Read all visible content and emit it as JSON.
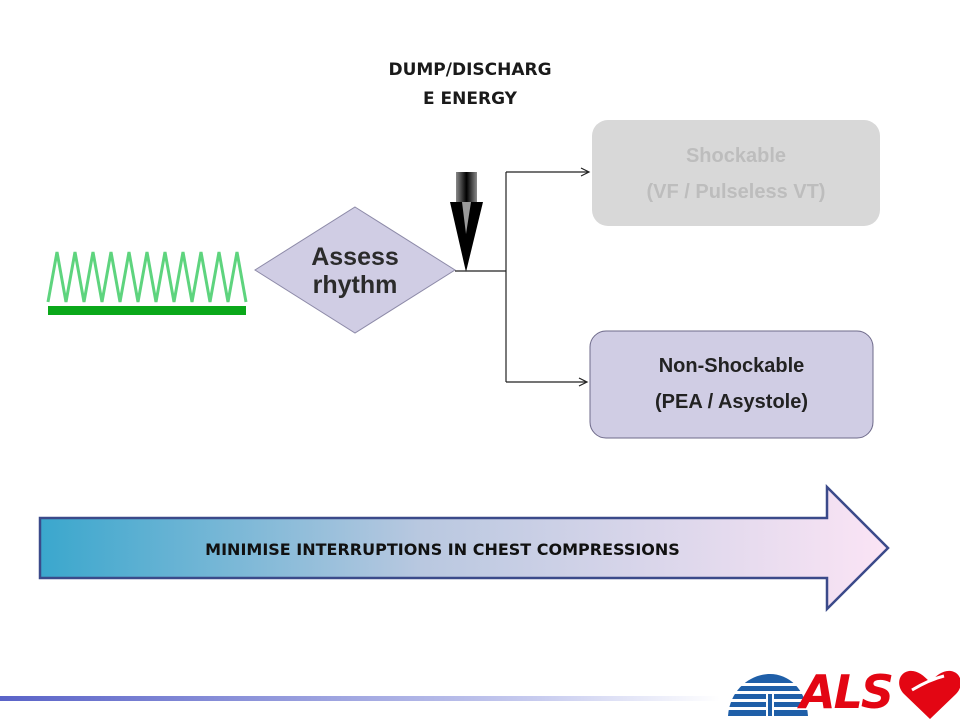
{
  "labels": {
    "dump_line1": "DUMP/DISCHARG",
    "dump_line2": "E ENERGY",
    "assess_line1": "Assess",
    "assess_line2": "rhythm",
    "shockable_line1": "Shockable",
    "shockable_line2": "(VF / Pulseless VT)",
    "nonshockable_line1": "Non-Shockable",
    "nonshockable_line2": "(PEA / Asystole)",
    "banner": "MINIMISE INTERRUPTIONS IN CHEST COMPRESSIONS"
  },
  "logo": {
    "text": "ALS",
    "icon": "heart-icon"
  },
  "colors": {
    "diamond_fill": "#d0cde4",
    "shockable_fill": "#d8d8d8",
    "shockable_text": "#bdbdbd",
    "nonshockable_fill": "#d0cde4",
    "arrow_gradient_start": "#3aa7cd",
    "arrow_gradient_end": "#fbe4f5",
    "arrow_border": "#3b4a8a",
    "ecg_green": "#5ed47e",
    "ecg_bar": "#0aa81a",
    "logo_red": "#e30613",
    "logo_blue": "#1f5fa8"
  }
}
